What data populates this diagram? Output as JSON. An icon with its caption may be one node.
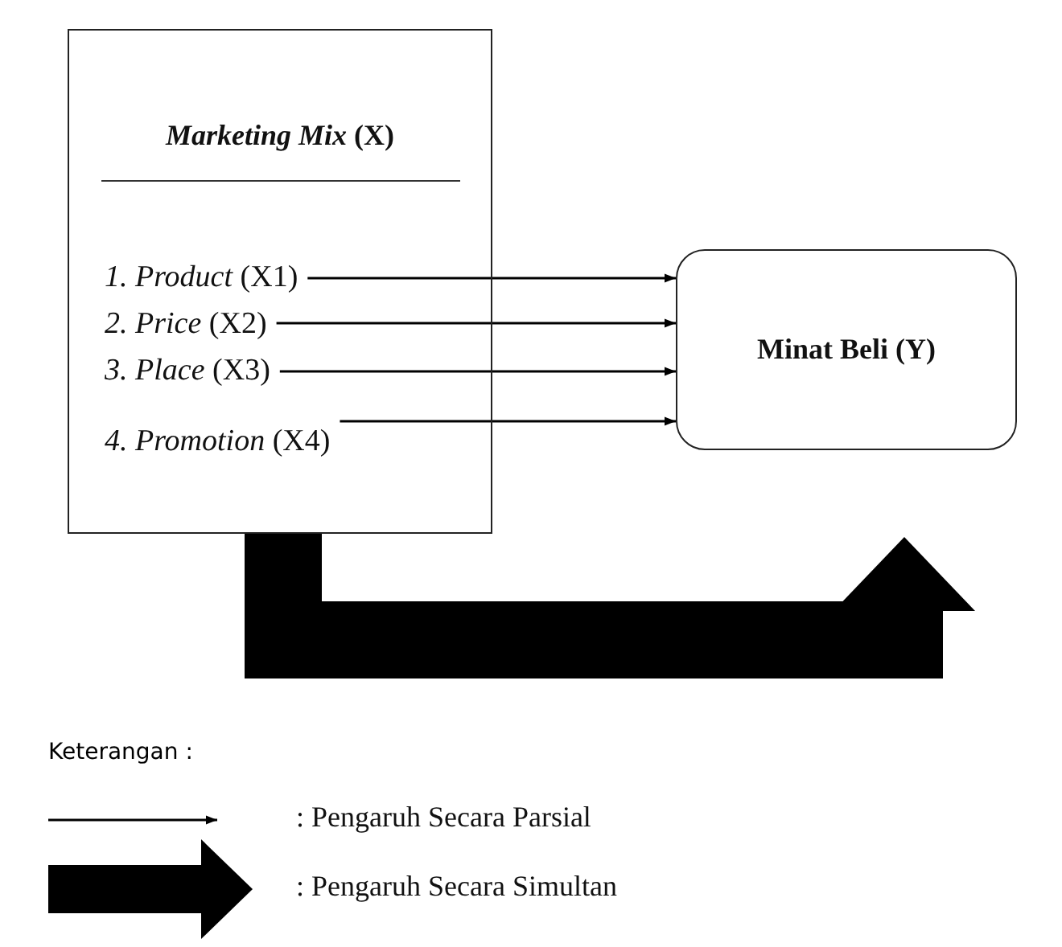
{
  "diagram": {
    "nodes": [
      {
        "text": [
          "*Marketing Mix* (X)"
        ]
      },
      {
        "text": [
          "*1.  Product* (X1)"
        ],
        "in": 0
      },
      {
        "text": [
          "*2.  Price* (X2)"
        ],
        "in": 0
      },
      {
        "text": [
          "*3.  Place*  (X3)"
        ],
        "in": 0
      },
      {
        "text": [
          "*4.  Promotion* (X4)"
        ],
        "in": 0
      },
      {
        "text": [
          "Minat Beli (Y)"
        ]
      }
    ],
    "edges": [
      {
        "from": 1,
        "to": 5,
        "arrow": "to"
      },
      {
        "from": 2,
        "to": 5,
        "arrow": "to"
      },
      {
        "from": 3,
        "to": 5,
        "arrow": "to"
      },
      {
        "from": 4,
        "to": 5,
        "arrow": "to"
      },
      {
        "from": 0,
        "to": 5,
        "arrow": "to",
        "style": "thick"
      }
    ],
    "labels": [
      "Keterangan :"
    ],
    "legend": [
      {
        "text": ": Pengaruh Secara Parsial"
      },
      {
        "text": ": Pengaruh Secara Simultan"
      }
    ]
  }
}
